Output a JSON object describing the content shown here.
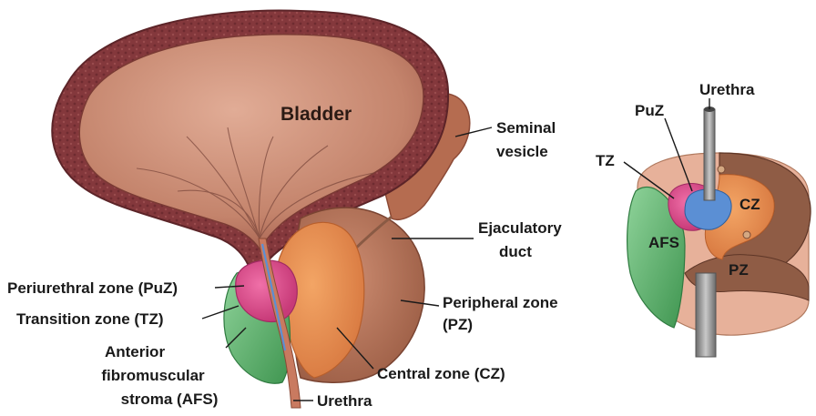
{
  "left_diagram": {
    "bladder": "Bladder",
    "seminal_vesicle": [
      "Seminal",
      "vesicle"
    ],
    "ejaculatory_duct": [
      "Ejaculatory",
      "duct"
    ],
    "periurethral_zone": "Periurethral zone (PuZ)",
    "transition_zone": "Transition zone (TZ)",
    "peripheral_zone": [
      "Peripheral zone",
      "(PZ)"
    ],
    "anterior_fibromuscular_stroma": [
      "Anterior",
      "fibromuscular",
      "stroma (AFS)"
    ],
    "central_zone": "Central zone (CZ)",
    "urethra": "Urethra"
  },
  "right_diagram": {
    "urethra": "Urethra",
    "puz": "PuZ",
    "tz": "TZ",
    "cz": "CZ",
    "afs": "AFS",
    "pz": "PZ"
  },
  "colors": {
    "bladder_wall": "#8a3e41",
    "bladder_inner": "#c88a74",
    "peripheral_zone": "#b9755a",
    "central_zone": "#e4884b",
    "transition_zone": "#e14b8e",
    "afs": "#5dae6a",
    "periurethral": "#5b8fd4",
    "pz_dark": "#8a5a44"
  }
}
